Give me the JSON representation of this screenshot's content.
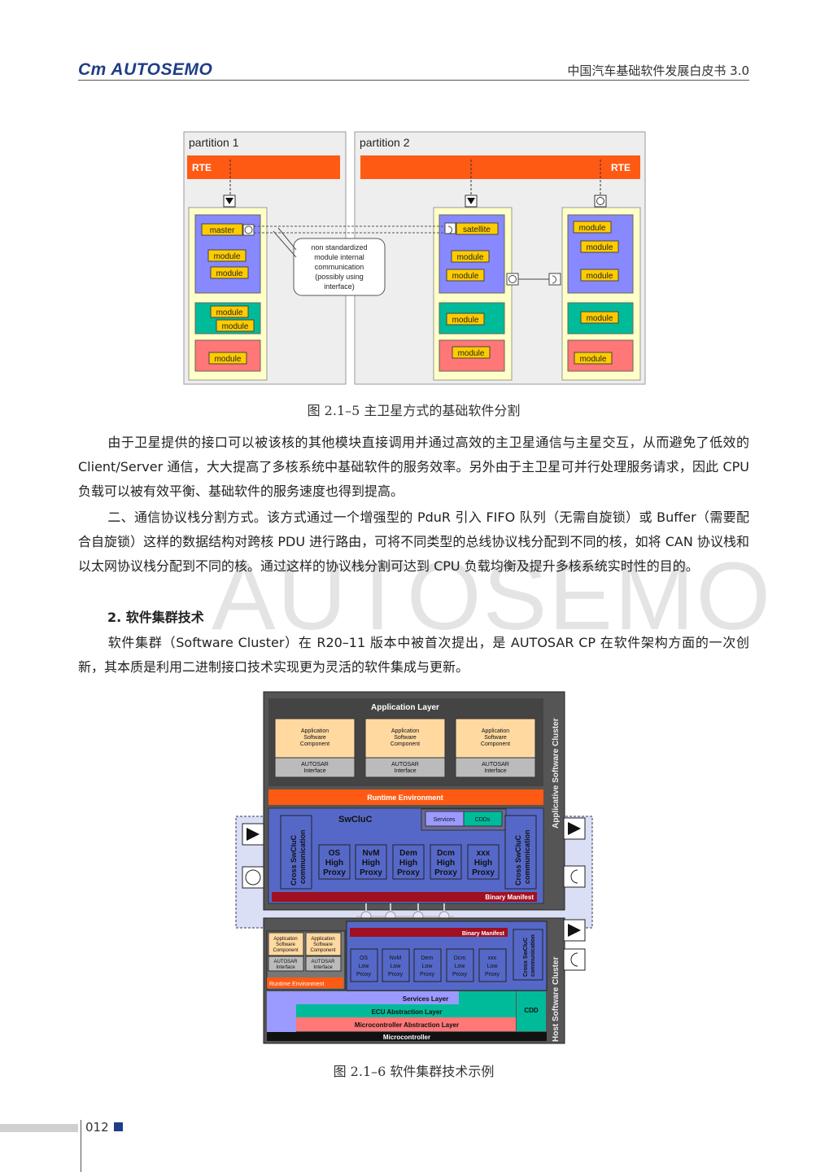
{
  "header": {
    "logo_text": "AUTOSEMO",
    "title": "中国汽车基础软件发展白皮书 3.0"
  },
  "figure1": {
    "caption": "图 2.1–5 主卫星方式的基础软件分割",
    "partition1_label": "partition 1",
    "partition2_label": "partition 2",
    "rte": "RTE",
    "master": "master",
    "satellite": "satellite",
    "module": "module",
    "note": [
      "non standardized",
      "module internal",
      "communication",
      "(possibly using",
      "interface)"
    ]
  },
  "paragraphs": [
    "由于卫星提供的接口可以被该核的其他模块直接调用并通过高效的主卫星通信与主星交互，从而避免了低效的 Client/Server 通信，大大提高了多核系统中基础软件的服务效率。另外由于主卫星可并行处理服务请求，因此 CPU 负载可以被有效平衡、基础软件的服务速度也得到提高。",
    "二、通信协议栈分割方式。该方式通过一个增强型的 PduR 引入 FIFO 队列（无需自旋锁）或 Buffer（需要配合自旋锁）这样的数据结构对跨核 PDU 进行路由，可将不同类型的总线协议栈分配到不同的核，如将 CAN 协议栈和以太网协议栈分配到不同的核。通过这样的协议栈分割可达到 CPU 负载均衡及提升多核系统实时性的目的。",
    "软件集群（Software Cluster）在 R20–11 版本中被首次提出，是 AUTOSAR CP 在软件架构方面的一次创新，其本质是利用二进制接口技术实现更为灵活的软件集成与更新。"
  ],
  "section_heading": "2. 软件集群技术",
  "watermark": "AUTOSEMO",
  "figure2": {
    "caption": "图 2.1–6 软件集群技术示例",
    "application_layer": "Application Layer",
    "asc": [
      "Application",
      "Software",
      "Component"
    ],
    "autosar_interface": [
      "AUTOSAR",
      "Interface"
    ],
    "runtime_env": "Runtime Environment",
    "swcluc": "SwCluC",
    "services": "Services",
    "cdds": "CDDs",
    "cross_comm": [
      "Cross SwCluC",
      "communication"
    ],
    "high_proxies": [
      [
        "OS",
        "High",
        "Proxy"
      ],
      [
        "NvM",
        "High",
        "Proxy"
      ],
      [
        "Dem",
        "High",
        "Proxy"
      ],
      [
        "Dcm",
        "High",
        "Proxy"
      ],
      [
        "xxx",
        "High",
        "Proxy"
      ]
    ],
    "low_proxies": [
      [
        "OS",
        "Low",
        "Proxy"
      ],
      [
        "NvM",
        "Low",
        "Proxy"
      ],
      [
        "Dem",
        "Low",
        "Proxy"
      ],
      [
        "Dcm",
        "Low",
        "Proxy"
      ],
      [
        "xxx",
        "Low",
        "Proxy"
      ]
    ],
    "binary_manifest": "Binary Manifest",
    "applicative_cluster": "Applicative Software Cluster",
    "host_cluster": "Host Software Cluster",
    "services_layer": "Services Layer",
    "ecu_abstraction": "ECU Abstraction Layer",
    "mcal": "Microcontroller Abstraction Layer",
    "microcontroller": "Microcontroller",
    "cdd": "CDD"
  },
  "footer": {
    "page_number": "012"
  },
  "colors": {
    "brand": "#1f3e87",
    "rte": "#ff5a14",
    "module": "#ffcc00"
  }
}
